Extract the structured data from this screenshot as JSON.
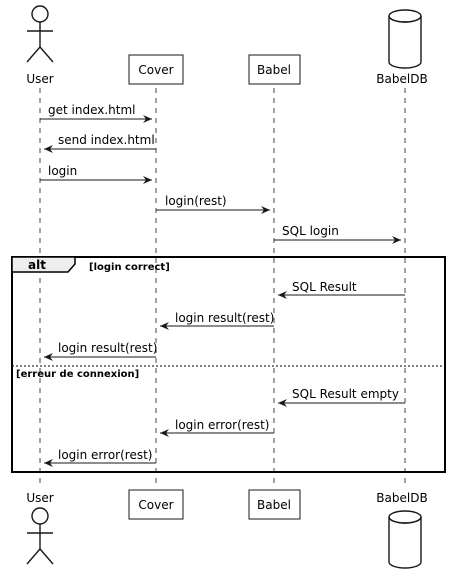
{
  "participants": [
    {
      "id": "user",
      "label": "User",
      "kind": "actor"
    },
    {
      "id": "cover",
      "label": "Cover",
      "kind": "participant"
    },
    {
      "id": "babel",
      "label": "Babel",
      "kind": "participant"
    },
    {
      "id": "babeldb",
      "label": "BabelDB",
      "kind": "database"
    }
  ],
  "messages": [
    {
      "from": "user",
      "to": "cover",
      "label": "get index.html"
    },
    {
      "from": "cover",
      "to": "user",
      "label": "send index.html"
    },
    {
      "from": "user",
      "to": "cover",
      "label": "login"
    },
    {
      "from": "cover",
      "to": "babel",
      "label": "login(rest)"
    },
    {
      "from": "babel",
      "to": "babeldb",
      "label": "SQL login"
    }
  ],
  "alt": {
    "keyword": "alt",
    "branches": [
      {
        "condition": "[login correct]",
        "messages": [
          {
            "from": "babeldb",
            "to": "babel",
            "label": "SQL Result"
          },
          {
            "from": "babel",
            "to": "cover",
            "label": "login result(rest)"
          },
          {
            "from": "cover",
            "to": "user",
            "label": "login result(rest)"
          }
        ]
      },
      {
        "condition": "[erreur de connexion]",
        "messages": [
          {
            "from": "babeldb",
            "to": "babel",
            "label": "SQL Result empty"
          },
          {
            "from": "babel",
            "to": "cover",
            "label": "login error(rest)"
          },
          {
            "from": "cover",
            "to": "user",
            "label": "login error(rest)"
          }
        ]
      }
    ]
  }
}
